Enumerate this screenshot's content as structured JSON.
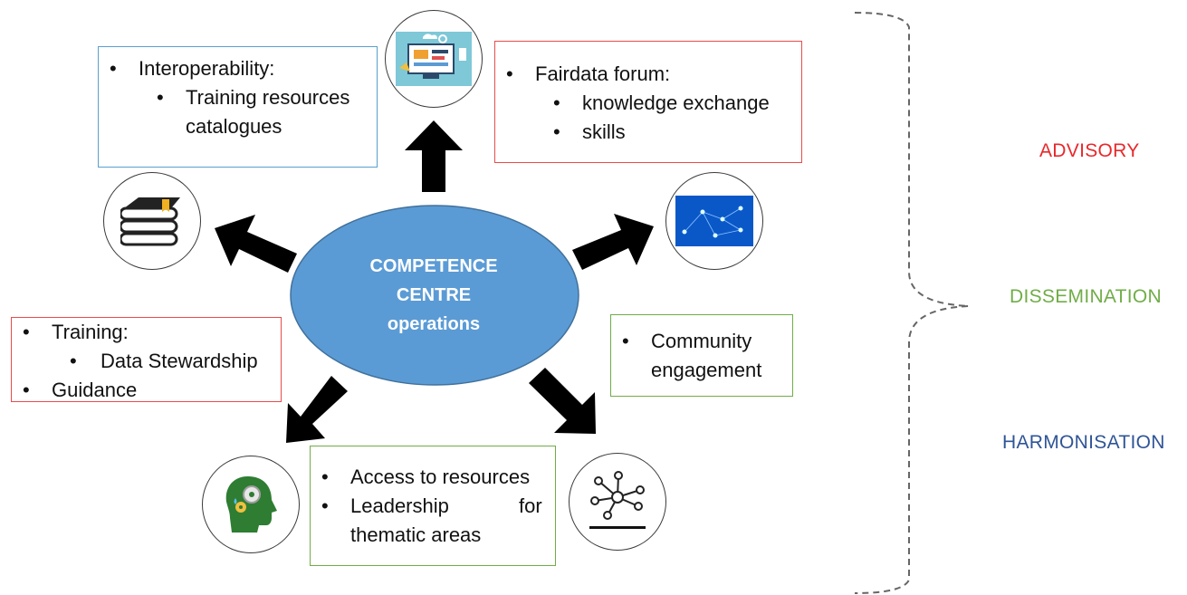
{
  "center": {
    "line1": "COMPETENCE",
    "line2": "CENTRE",
    "line3": "operations"
  },
  "boxes": {
    "interoperability": {
      "title": "Interoperability:",
      "sub1": "Training resources",
      "sub2": "catalogues"
    },
    "fairdata": {
      "title": "Fairdata forum:",
      "sub1": "knowledge exchange",
      "sub2": "skills"
    },
    "training": {
      "title": "Training:",
      "sub1": "Data Stewardship",
      "item2": "Guidance"
    },
    "community": {
      "line1": "Community",
      "line2": "engagement"
    },
    "access": {
      "item1": "Access to resources",
      "item2_a": "Leadership",
      "item2_b": "for",
      "item2_c": "thematic areas"
    }
  },
  "categories": {
    "advisory": "ADVISORY",
    "dissemination": "DISSEMINATION",
    "harmonisation": "HARMONISATION"
  },
  "colors": {
    "ellipse": "#5b9bd5",
    "red_border": "#e84c4c",
    "blue_border": "#5a9fd0",
    "green_border": "#70ad47",
    "advisory": "#e8282b",
    "dissemination": "#70ad47",
    "harmonisation": "#2f5597"
  },
  "icons": [
    "computer-screen-icon",
    "network-screen-icon",
    "books-icon",
    "network-nodes-icon",
    "brain-gears-icon"
  ]
}
